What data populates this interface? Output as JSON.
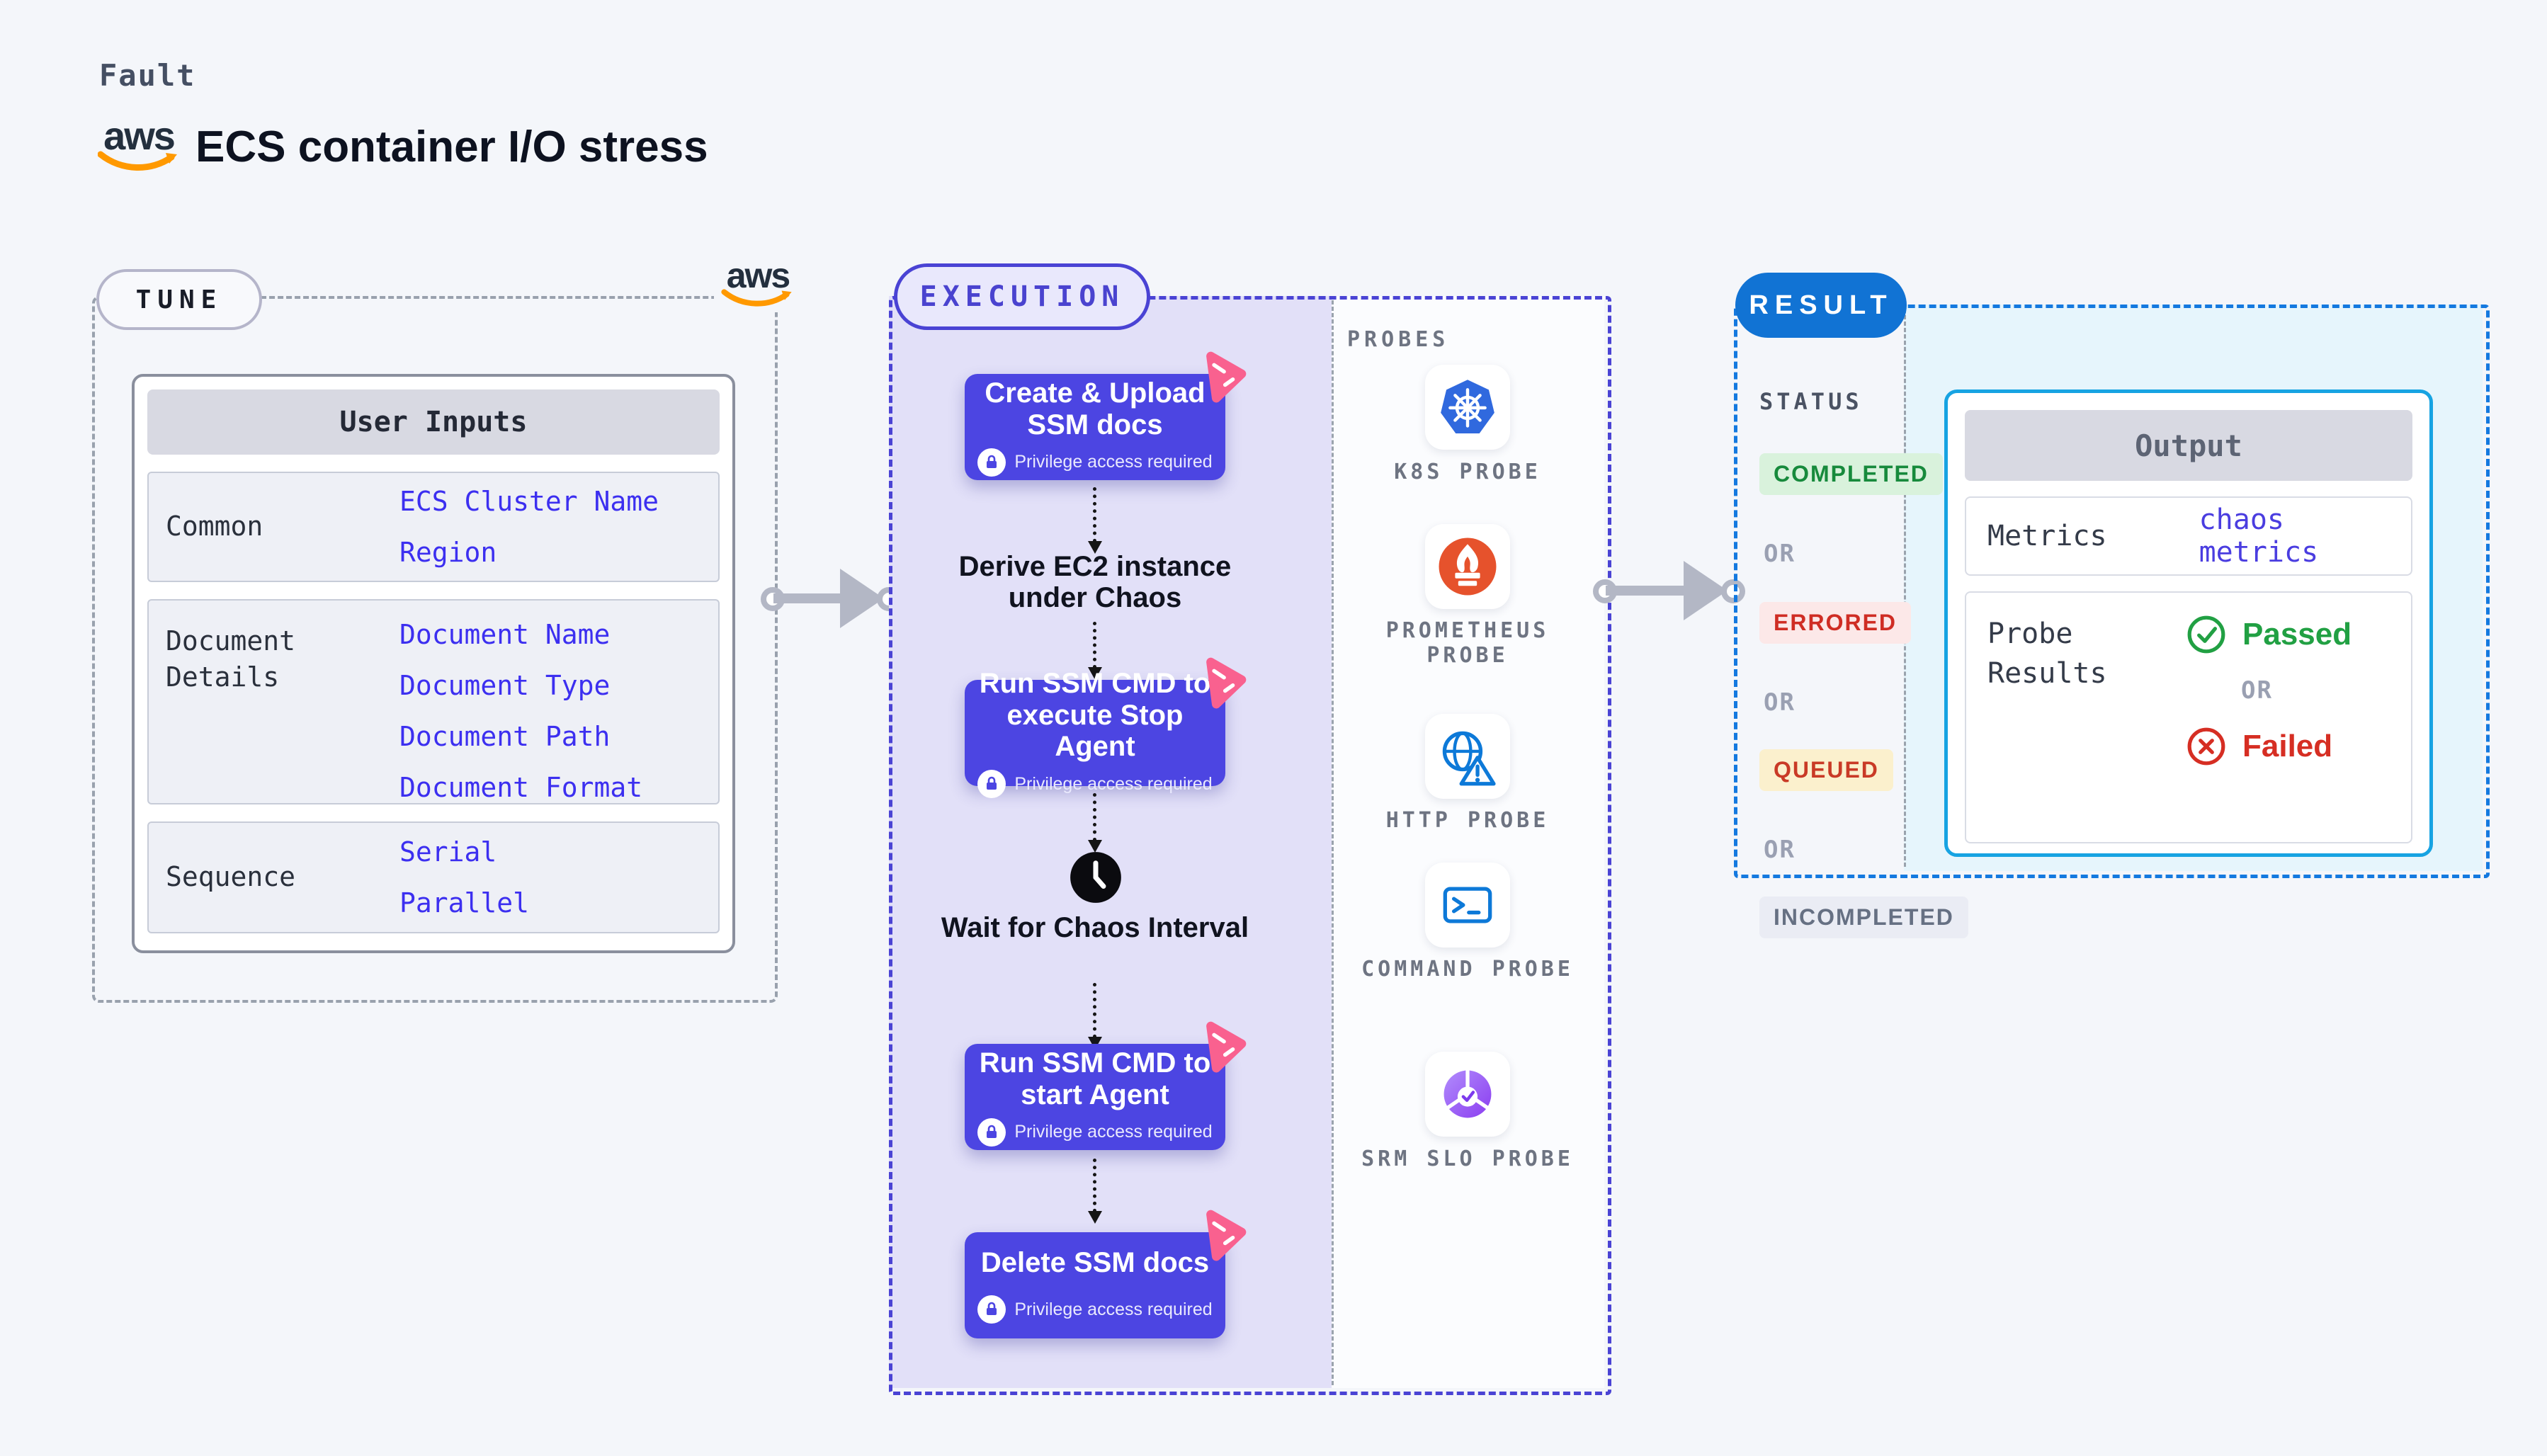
{
  "header": {
    "kicker": "Fault",
    "aws_logo_text": "aws",
    "title": "ECS container I/O stress"
  },
  "tune": {
    "pill_label": "TUNE",
    "table": {
      "header": "User Inputs",
      "rows": [
        {
          "label": "Common",
          "values": [
            "ECS Cluster Name",
            "Region"
          ]
        },
        {
          "label": "Document Details",
          "values": [
            "Document Name",
            "Document Type",
            "Document Path",
            "Document Format"
          ]
        },
        {
          "label": "Sequence",
          "values": [
            "Serial",
            "Parallel"
          ]
        }
      ]
    }
  },
  "execution": {
    "pill_label": "EXECUTION",
    "privilege_note": "Privilege access required",
    "steps": [
      {
        "label": "Create & Upload SSM docs"
      },
      {
        "label": "Run SSM CMD to execute Stop Agent"
      },
      {
        "label": "Run SSM CMD to start Agent"
      },
      {
        "label": "Delete SSM docs"
      }
    ],
    "flow_texts": {
      "derive": "Derive EC2 instance under Chaos",
      "wait": "Wait for Chaos Interval"
    }
  },
  "probes": {
    "panel_label": "PROBES",
    "items": [
      {
        "name": "k8s-probe",
        "label": "K8S PROBE"
      },
      {
        "name": "prometheus-probe",
        "label": "PROMETHEUS PROBE"
      },
      {
        "name": "http-probe",
        "label": "HTTP PROBE"
      },
      {
        "name": "command-probe",
        "label": "COMMAND PROBE"
      },
      {
        "name": "srm-slo-probe",
        "label": "SRM SLO PROBE"
      }
    ]
  },
  "result": {
    "pill_label": "RESULT",
    "status_title": "STATUS",
    "or_label": "OR",
    "statuses": [
      {
        "label": "COMPLETED",
        "type": "completed"
      },
      {
        "label": "ERRORED",
        "type": "errored"
      },
      {
        "label": "QUEUED",
        "type": "queued"
      },
      {
        "label": "INCOMPLETED",
        "type": "incompleted"
      }
    ],
    "output": {
      "header": "Output",
      "metrics_label": "Metrics",
      "metrics_value": "chaos metrics",
      "probe_results_label": "Probe Results",
      "passed_label": "Passed",
      "failed_label": "Failed"
    }
  },
  "colors": {
    "indigo_border": "#4a43d4",
    "button_indigo": "#4c45e2",
    "lavender_bg": "#e2e0f8",
    "pink_accent": "#f9618f",
    "result_blue": "#1173d4",
    "result_dash_blue": "#1479df",
    "output_border_cyan": "#17a3e2",
    "cyan_bg": "#e6f5fc",
    "value_blue": "#3c2ff0",
    "green": "#21a043",
    "red": "#d62e23",
    "queued_bg": "#fbf0cd",
    "arrow_gray": "#b3b7c5",
    "aws_orange": "#ff9900",
    "aws_navy": "#232f3e"
  }
}
